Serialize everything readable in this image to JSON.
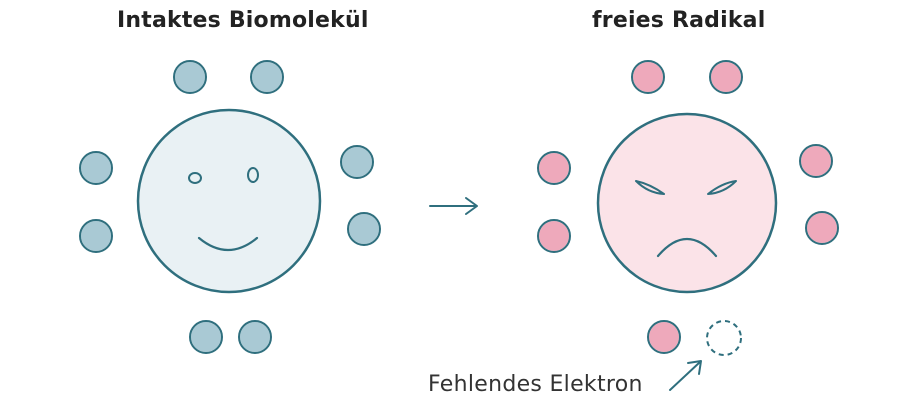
{
  "left_molecule": {
    "title": "Intaktes Biomolekül",
    "face_fill": "#e9f1f4",
    "outline_color": "#2f6f7e",
    "electron_fill": "#a9c9d4",
    "electron_count": 8
  },
  "right_molecule": {
    "title": "freies Radikal",
    "face_fill": "#fbe3e8",
    "outline_color": "#2f6f7e",
    "electron_fill": "#eea9bb",
    "electron_count": 7,
    "missing_electron_count": 1
  },
  "annotation": {
    "missing_electron_label": "Fehlendes Elektron"
  },
  "icons": {
    "transition": "right-arrow-icon",
    "pointer": "diagonal-arrow-icon"
  }
}
